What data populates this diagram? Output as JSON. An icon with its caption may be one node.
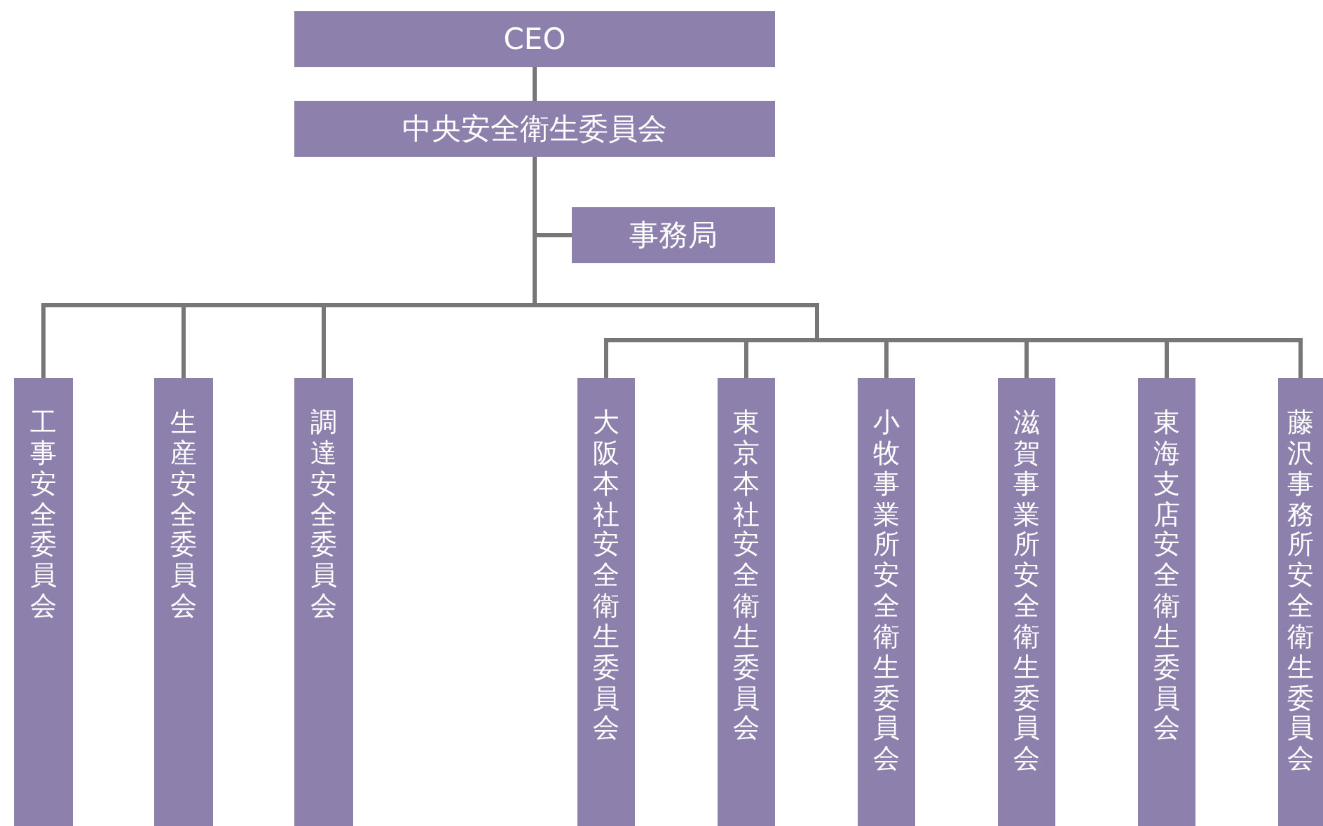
{
  "diagram": {
    "nodes": [
      {
        "text": [
          "CEO"
        ]
      },
      {
        "text": [
          "中央安全衛生委員会"
        ]
      },
      {
        "text": [
          "事務局"
        ]
      },
      {
        "text": [
          "工事安全委員会"
        ]
      },
      {
        "text": [
          "生産安全委員会"
        ]
      },
      {
        "text": [
          "調達安全委員会"
        ]
      },
      {
        "text": [
          "大阪本社安全衛生委員会"
        ]
      },
      {
        "text": [
          "東京本社安全衛生委員会"
        ]
      },
      {
        "text": [
          "小牧事業所安全衛生委員会"
        ]
      },
      {
        "text": [
          "滋賀事業所安全衛生委員会"
        ]
      },
      {
        "text": [
          "東海支店安全衛生委員会"
        ]
      },
      {
        "text": [
          "藤沢事務所安全衛生委員会"
        ]
      }
    ],
    "edges": [
      {
        "from": 0,
        "to": 1,
        "arrow": "none"
      },
      {
        "from": 1,
        "to": 2,
        "arrow": "none"
      },
      {
        "from": 1,
        "to": 3,
        "arrow": "none"
      },
      {
        "from": 1,
        "to": 4,
        "arrow": "none"
      },
      {
        "from": 1,
        "to": 5,
        "arrow": "none"
      },
      {
        "from": 1,
        "to": 6,
        "arrow": "none"
      },
      {
        "from": 1,
        "to": 7,
        "arrow": "none"
      },
      {
        "from": 1,
        "to": 8,
        "arrow": "none"
      },
      {
        "from": 1,
        "to": 9,
        "arrow": "none"
      },
      {
        "from": 1,
        "to": 10,
        "arrow": "none"
      },
      {
        "from": 1,
        "to": 11,
        "arrow": "none"
      }
    ]
  }
}
